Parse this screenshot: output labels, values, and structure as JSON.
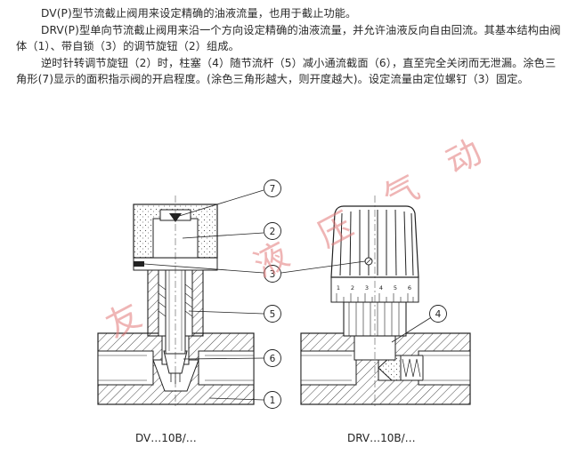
{
  "paragraphs": [
    "DV(P)型节流截止阀用来设定精确的油液流量，也用于截止功能。",
    "DRV(P)型单向节流截止阀用来沿一个方向设定精确的油液流量，并允许油液反向自由回流。其基本结构由阀体（1）、带自锁（3）的调节旋钮（2）组成。",
    "逆时针转调节旋钮（2）时，柱塞（4）随节流杆（5）减小通流截面（6），直至完全关闭而无泄漏。涂色三角形(7)显示的面积指示阀的开启程度。(涂色三角形越大，则开度越大)。设定流量由定位螺钉（3）固定。"
  ],
  "labels": [
    "7",
    "2",
    "3",
    "5",
    "6",
    "1",
    "4"
  ],
  "captions": {
    "left": "DV…10B/…",
    "right": "DRV…10B/…"
  },
  "knob_scale": [
    "1",
    "2",
    "3",
    "4",
    "5",
    "6"
  ],
  "watermark": [
    "友",
    "液",
    "压",
    "气",
    "动"
  ]
}
